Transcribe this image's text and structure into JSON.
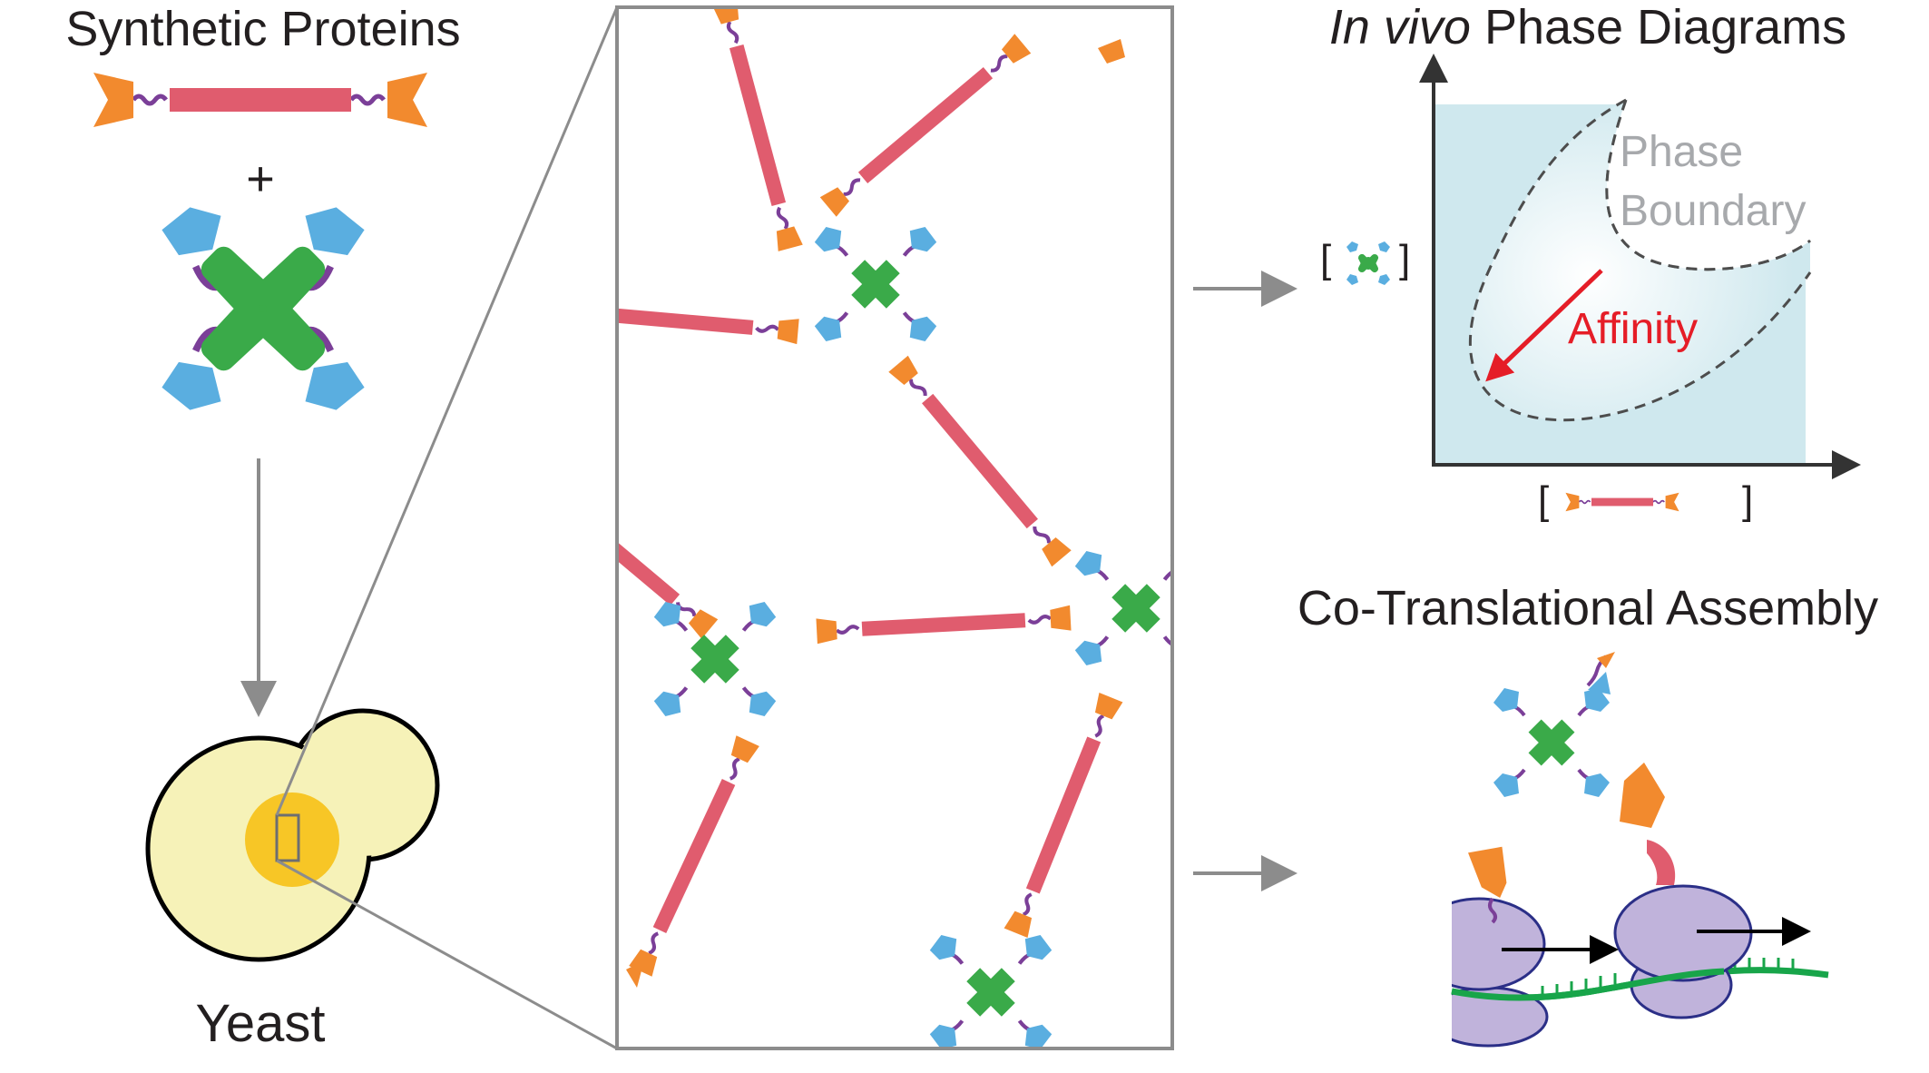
{
  "panels": {
    "synthetic": {
      "title": "Synthetic Proteins",
      "plus": "+",
      "yeast_label": "Yeast"
    },
    "phase": {
      "title_italic": "In vivo",
      "title_rest": " Phase Diagrams",
      "boundary_line1": "Phase",
      "boundary_line2": "Boundary",
      "affinity": "Affinity",
      "bracket_left": "[",
      "bracket_right": "]"
    },
    "cotrans": {
      "title": "Co-Translational Assembly"
    }
  },
  "colors": {
    "rod": "#e05c6e",
    "end_cap": "#f28a2e",
    "hub": "#3aaa49",
    "pentagon": "#5aaee0",
    "linker": "#7b3f98",
    "arrow": "#8c8c8c",
    "affinity_arrow": "#e51d27",
    "phase_fill": "#cfe8ee",
    "ribosome": "#c0b3db",
    "ribosome_edge": "#2b2f87",
    "mrna": "#18a54a",
    "cell": "#f6f2b8",
    "nucleus": "#f7c626"
  },
  "icons": [
    "rod-protein-icon",
    "hub-protein-icon",
    "yeast-cell-icon",
    "ribosome-icon",
    "mrna-icon",
    "arrow-icon"
  ]
}
